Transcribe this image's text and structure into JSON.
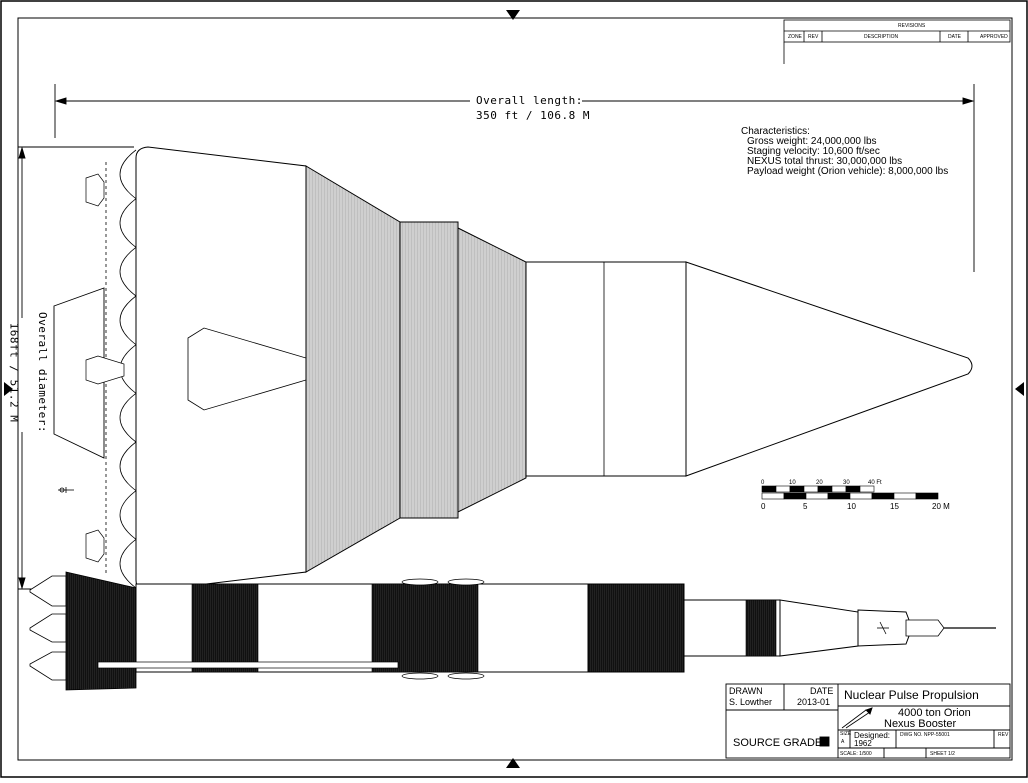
{
  "revisions": {
    "title": "REVISIONS",
    "columns": [
      "ZONE",
      "REV",
      "DESCRIPTION",
      "DATE",
      "APPROVED"
    ]
  },
  "dimensions": {
    "length_label": "Overall length:",
    "length_value": "350 ft / 106.8 M",
    "diameter_label": "Overall diameter:",
    "diameter_value": "168ft / 51.2 M"
  },
  "characteristics": {
    "heading": "Characteristics:",
    "lines": [
      "Gross weight: 24,000,000 lbs",
      "Staging velocity: 10,600 ft/sec",
      "NEXUS total thrust: 30,000,000 lbs",
      "Payload weight (Orion vehicle): 8,000,000 lbs"
    ]
  },
  "scale_bar": {
    "ft_ticks": [
      "0",
      "10",
      "20",
      "30",
      "40 Ft"
    ],
    "m_ticks": [
      "0",
      "5",
      "10",
      "15",
      "20 M"
    ]
  },
  "title_block": {
    "drawn_label": "DRAWN",
    "drawn_by": "S. Lowther",
    "date_label": "DATE",
    "date_value": "2013-01",
    "project": "Nuclear Pulse Propulsion",
    "title_line1": "4000 ton Orion",
    "title_line2": "Nexus Booster",
    "source_grade": "SOURCE GRADE",
    "size_label": "SIZE",
    "size_value": "A",
    "designed_label": "Designed:",
    "designed_value": "1962",
    "dwg_label": "DWG NO. NPP-55001",
    "rev_label": "REV",
    "scale_label": "SCALE: 1/500",
    "sheet_label": "SHEET 1/2"
  },
  "colors": {
    "ink": "#000000",
    "paper": "#ffffff",
    "shade": "#c9c9c9"
  }
}
